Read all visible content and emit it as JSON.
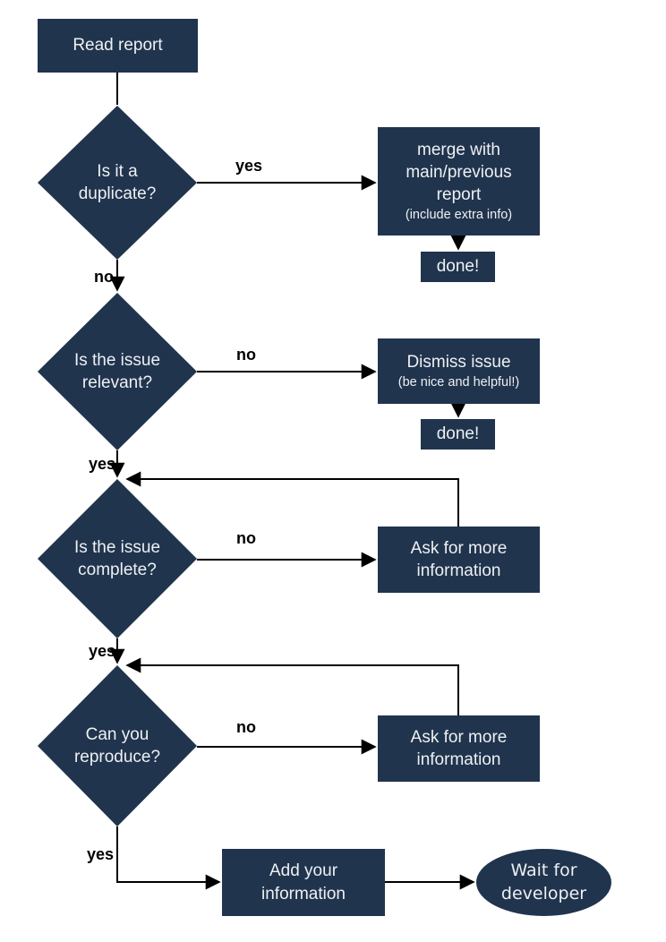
{
  "diagram": {
    "colors": {
      "node_fill": "#20344d",
      "node_text": "#eef0f3",
      "edge_color": "#000000",
      "label_color": "#000000",
      "background": "#ffffff"
    },
    "nodes": {
      "read_report": {
        "type": "rect",
        "label": "Read report"
      },
      "is_duplicate": {
        "type": "diamond",
        "label": "Is it a\nduplicate?"
      },
      "merge": {
        "type": "rect",
        "label": "merge with\nmain/previous\nreport",
        "sublabel": "(include extra info)"
      },
      "done_merge": {
        "type": "rect",
        "label": "done!"
      },
      "is_relevant": {
        "type": "diamond",
        "label": "Is the issue\nrelevant?"
      },
      "dismiss": {
        "type": "rect",
        "label": "Dismiss issue",
        "sublabel": "(be nice and helpful!)"
      },
      "done_dismiss": {
        "type": "rect",
        "label": "done!"
      },
      "is_complete": {
        "type": "diamond",
        "label": "Is the issue\ncomplete?"
      },
      "ask_more_1": {
        "type": "rect",
        "label": "Ask for more\ninformation"
      },
      "can_reproduce": {
        "type": "diamond",
        "label": "Can you\nreproduce?"
      },
      "ask_more_2": {
        "type": "rect",
        "label": "Ask for more\ninformation"
      },
      "add_info": {
        "type": "rect",
        "label": "Add your\ninformation"
      },
      "wait_developer": {
        "type": "ellipse",
        "label": "Wait for\ndeveloper"
      }
    },
    "edge_labels": {
      "duplicate_yes": "yes",
      "duplicate_no": "no",
      "relevant_no": "no",
      "relevant_yes": "yes",
      "complete_no": "no",
      "complete_yes": "yes",
      "reproduce_no": "no",
      "reproduce_yes": "yes"
    }
  }
}
